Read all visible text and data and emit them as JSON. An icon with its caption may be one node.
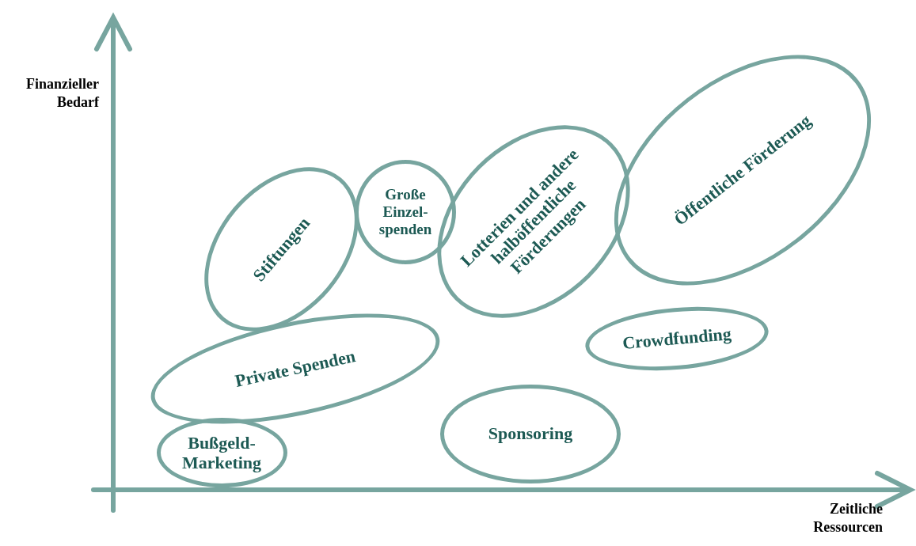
{
  "diagram": {
    "nodes": [
      {
        "text": [
          "Öffentliche Förderung"
        ]
      },
      {
        "text": [
          "Lotterien und andere halböffentliche Förderungen"
        ]
      },
      {
        "text": [
          "Große Einzel- spenden"
        ]
      },
      {
        "text": [
          "Stiftungen"
        ]
      },
      {
        "text": [
          "Crowdfunding"
        ]
      },
      {
        "text": [
          "Private Spenden"
        ]
      },
      {
        "text": [
          "Sponsoring"
        ]
      },
      {
        "text": [
          "Bußgeld- Marketing"
        ]
      }
    ],
    "edges": [],
    "labels": [
      "Finanzieller Bedarf",
      "Zeitliche Ressourcen"
    ]
  }
}
